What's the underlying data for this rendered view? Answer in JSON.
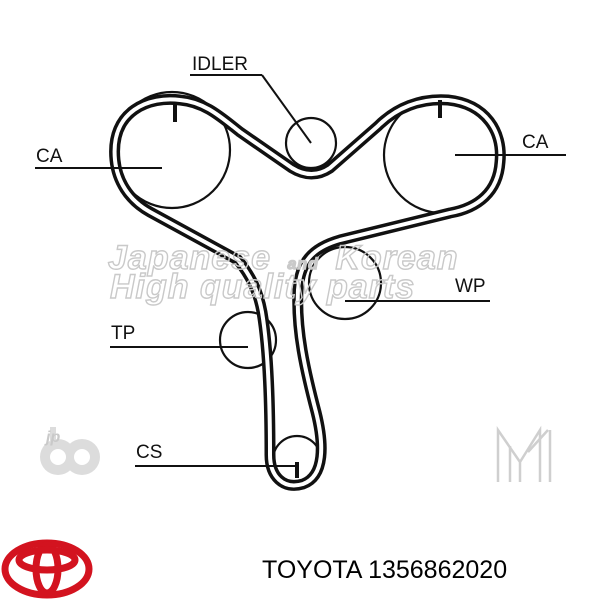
{
  "diagram": {
    "labels": {
      "idler": "IDLER",
      "ca_left": "CA",
      "ca_right": "CA",
      "wp": "WP",
      "tp": "TP",
      "cs": "CS"
    },
    "watermark": {
      "line1_a": "Japanese",
      "line1_and": "and",
      "line1_b": "Korean",
      "line2": "High quality parts",
      "logo_text": "jp"
    }
  },
  "footer": {
    "brand": "TOYOTA",
    "part_number": "1356862020"
  },
  "colors": {
    "belt": "#111111",
    "watermark": "#c9c9c9",
    "logo_red": "#d3131f"
  }
}
